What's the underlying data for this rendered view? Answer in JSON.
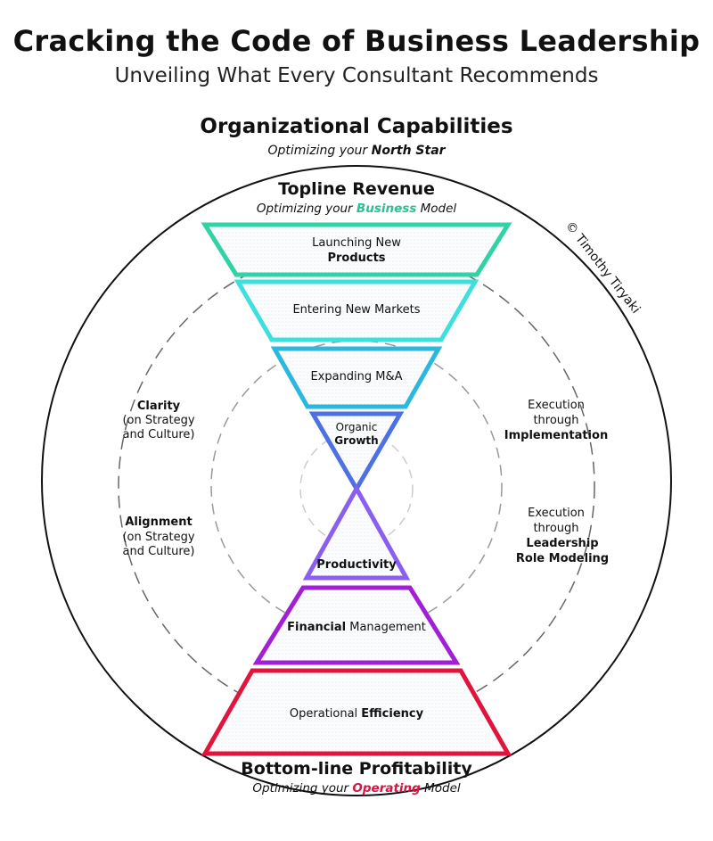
{
  "header": {
    "title": "Cracking the Code of Business Leadership",
    "subtitle": "Unveiling What Every Consultant Recommends"
  },
  "outer": {
    "title": "Organizational Capabilities",
    "subtitle_prefix": "Optimizing your ",
    "subtitle_emphasis": "North Star"
  },
  "copyright": "© Timothy Tiryaki",
  "top": {
    "title": "Topline Revenue",
    "subtitle_prefix": "Optimizing your ",
    "subtitle_emphasis": "Business",
    "subtitle_suffix": " Model",
    "emphasis_color": "#2dbf94"
  },
  "bottom": {
    "title": "Bottom-line Profitability",
    "subtitle_prefix": "Optimizing your ",
    "subtitle_emphasis": "Operating",
    "subtitle_suffix": " Model",
    "emphasis_color": "#d81444"
  },
  "layers": [
    {
      "line1": "Launching New",
      "line2": "Products",
      "color": "#2fd3a5"
    },
    {
      "line1": "Entering New Markets",
      "color": "#3ee0de"
    },
    {
      "line1": "Expanding M&A",
      "color": "#2ab8e0"
    },
    {
      "line1": "Organic",
      "line2": "Growth",
      "color": "#4d70e2"
    },
    {
      "line1": "Productivity",
      "color": "#8a5ff0"
    },
    {
      "bold": "Financial",
      "rest": " Management",
      "color": "#a21fd6"
    },
    {
      "line1": "Operational ",
      "bold": "Efficiency",
      "color": "#e0143c"
    }
  ],
  "left_labels": [
    {
      "bold": "Clarity",
      "line2": "(on Strategy",
      "line3": "and Culture)"
    },
    {
      "bold": "Alignment",
      "line2": "(on Strategy",
      "line3": "and Culture)"
    }
  ],
  "right_labels": [
    {
      "line1": "Execution",
      "line2": "through",
      "bold": "Implementation"
    },
    {
      "line1": "Execution",
      "line2": "through",
      "bold": "Leadership",
      "bold2": "Role Modeling"
    }
  ]
}
